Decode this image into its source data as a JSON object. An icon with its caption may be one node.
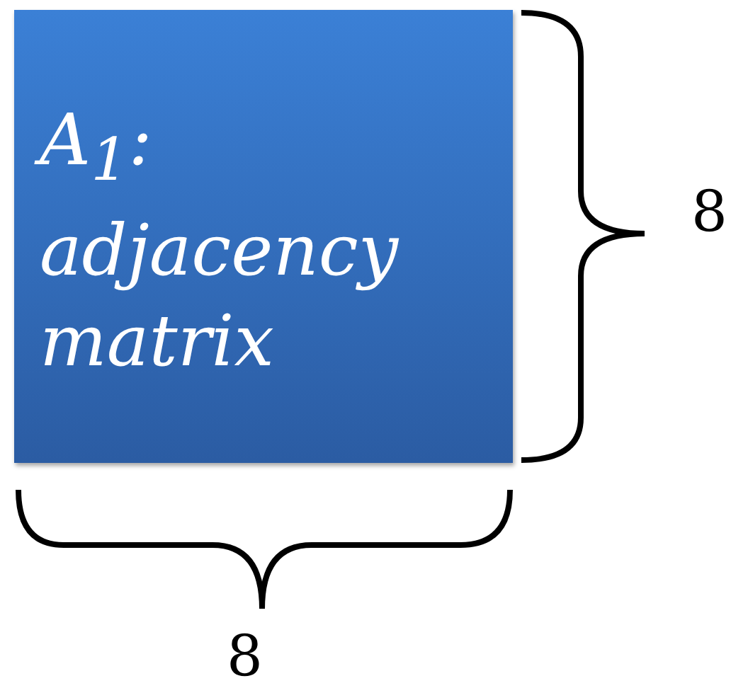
{
  "diagram": {
    "nodes": [
      {
        "text": [
          "A$_{1}$: adjacency matrix"
        ]
      }
    ],
    "labels": [
      "8",
      "8"
    ]
  }
}
